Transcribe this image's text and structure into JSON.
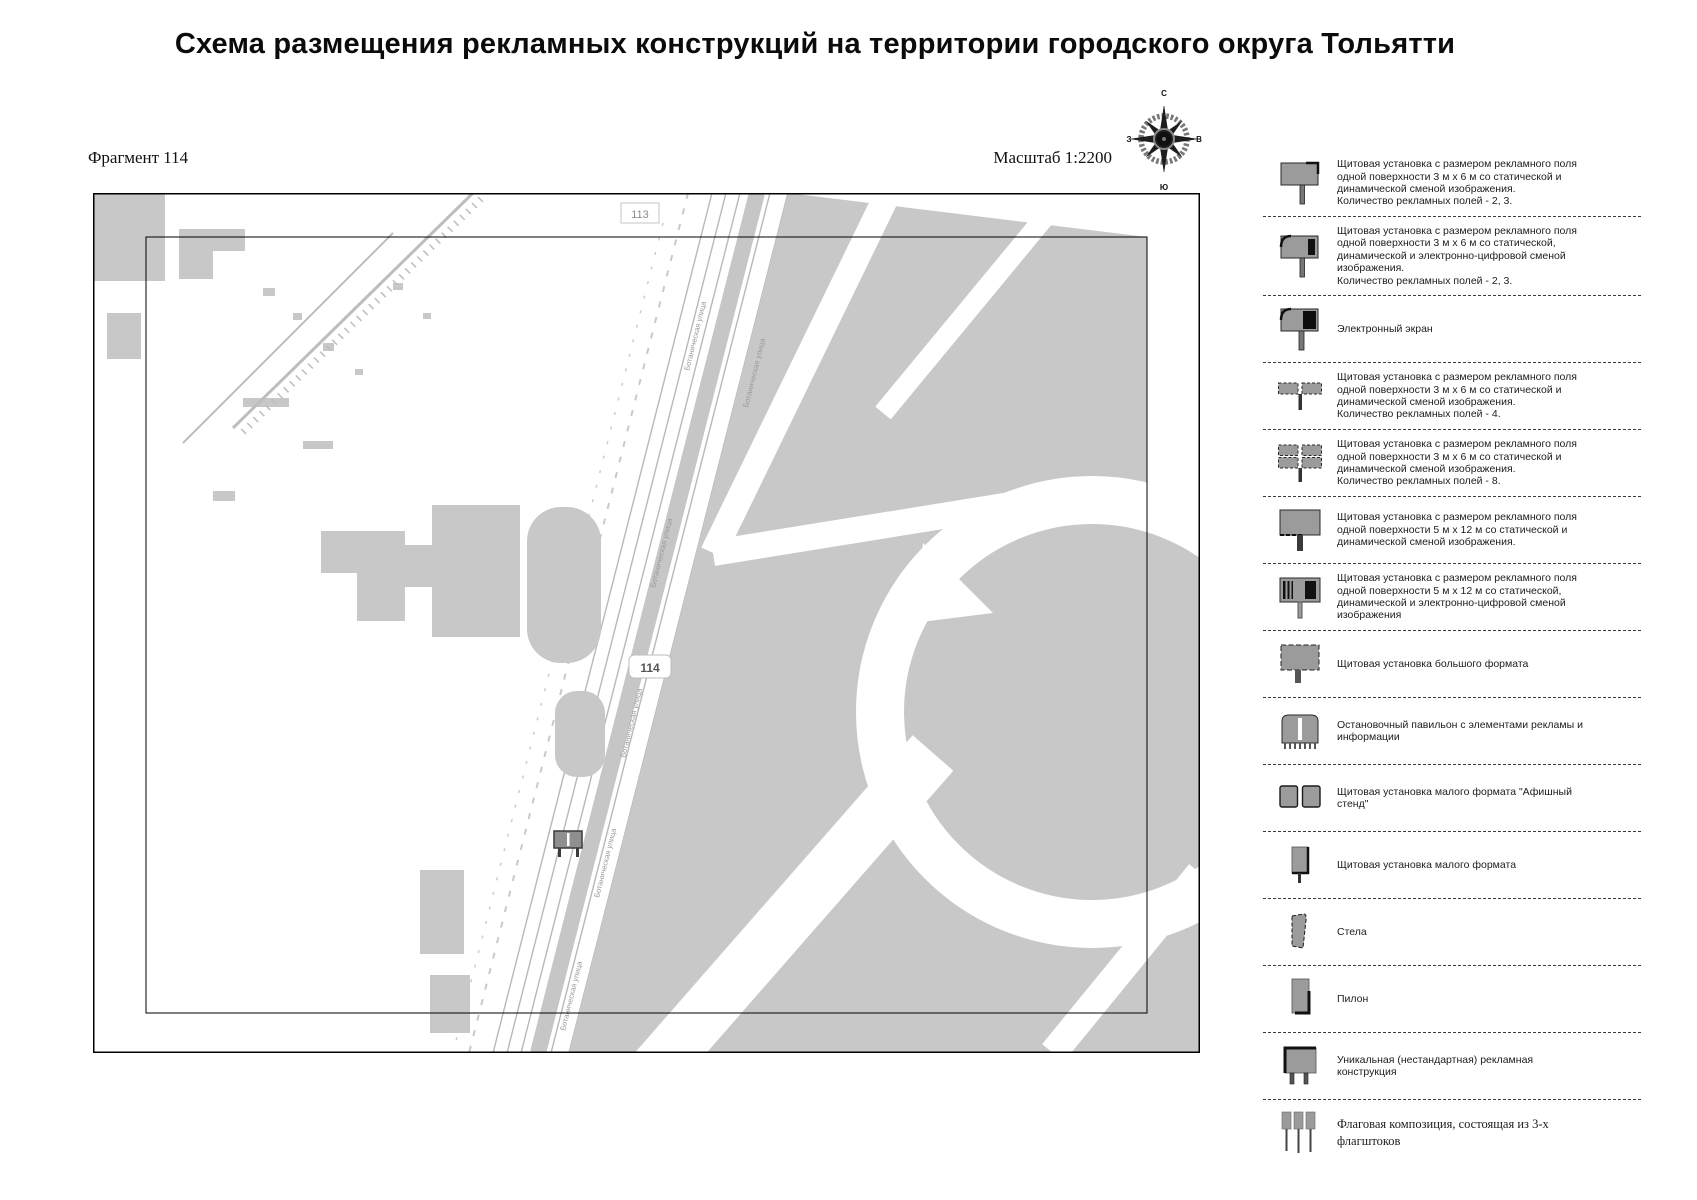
{
  "title": "Схема размещения рекламных конструкций на территории городского округа Тольятти",
  "map": {
    "fragment_label": "Фрагмент 114",
    "scale_label": "Масштаб 1:2200",
    "area_labels": [
      "113",
      "114"
    ],
    "street_name": "Ботаническая улица",
    "compass": {
      "north": "С",
      "south": "Ю",
      "west": "З",
      "east": "В"
    },
    "colors": {
      "block_gray": "#c8c8c8",
      "marker_gray": "#8f8f8f",
      "line_gray": "#b8b8b8"
    }
  },
  "legend": {
    "items": [
      {
        "icon": "billboard-static",
        "text": "Щитовая установка с размером рекламного поля\nодной поверхности 3 м х 6 м со статической и\nдинамической сменой изображения.\nКоличество рекламных полей - 2, 3."
      },
      {
        "icon": "billboard-digital",
        "text": "Щитовая установка с размером рекламного поля\nодной поверхности 3 м х 6 м со статической,\nдинамической и электронно-цифровой сменой\nизображения.\nКоличество рекламных полей - 2, 3."
      },
      {
        "icon": "electronic-screen",
        "text": "Электронный экран"
      },
      {
        "icon": "billboard-4-fields",
        "text": "Щитовая установка с размером рекламного поля\nодной поверхности 3 м х 6 м со статической и\nдинамической сменой изображения.\nКоличество рекламных полей - 4."
      },
      {
        "icon": "billboard-8-fields",
        "text": "Щитовая установка с размером рекламного поля\nодной поверхности 3 м х 6 м со статической и\nдинамической сменой изображения.\nКоличество рекламных полей - 8."
      },
      {
        "icon": "large-billboard-static",
        "text": "Щитовая установка с размером рекламного поля\nодной поверхности 5 м х 12 м со статической и\nдинамической сменой изображения."
      },
      {
        "icon": "large-billboard-digital",
        "text": "Щитовая установка с размером рекламного поля\nодной поверхности 5 м х 12 м со статической,\nдинамической и электронно-цифровой сменой\nизображения"
      },
      {
        "icon": "big-format-billboard",
        "text": "Щитовая установка большого формата"
      },
      {
        "icon": "bus-stop-pavilion",
        "text": "Остановочный павильон с элементами рекламы и\nинформации"
      },
      {
        "icon": "poster-stand",
        "text": "Щитовая установка малого формата \"Афишный\nстенд\""
      },
      {
        "icon": "small-format-billboard",
        "text": "Щитовая установка малого формата"
      },
      {
        "icon": "stela",
        "text": "Стела"
      },
      {
        "icon": "pylon",
        "text": "Пилон"
      },
      {
        "icon": "unique-construction",
        "text": "Уникальная (нестандартная) рекламная\nконструкция"
      },
      {
        "icon": "flag-composition",
        "text": "Флаговая композиция, состоящая из 3-х\nфлагштоков"
      }
    ]
  }
}
